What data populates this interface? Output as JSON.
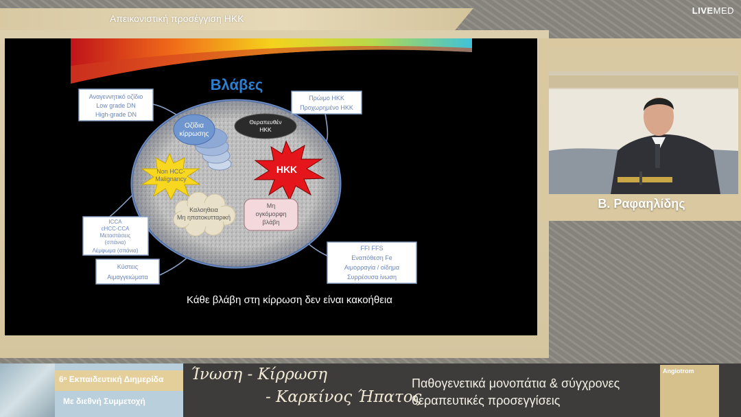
{
  "header": {
    "title": "Απεικονιστική προσέγγιση ΗΚΚ",
    "brand_bold": "LIVE",
    "brand_rest": "MED"
  },
  "slide": {
    "heading": "Βλάβες",
    "box_regen": [
      "Αναγεννητικό οζίδιο",
      "Low grade DN",
      "High-grade DN"
    ],
    "box_early": [
      "Πρώιμο ΗΚΚ",
      "Προχωρημένο ΗΚΚ"
    ],
    "box_ic": [
      "ICCA",
      "cHCC-CCA",
      "Μεταστάσεις",
      "(σπάνια)",
      "Λέμφωμα (σπάνια)"
    ],
    "box_cyst": [
      "Κύστεις",
      "Αιμαγγειώματα"
    ],
    "box_ffi": [
      "FFI FFS",
      "Εναπόθεση Fe",
      "Αιμορραγία / οίδημα",
      "Συρρέουσα ίνωση"
    ],
    "nodules": [
      "Οζίδια",
      "κίρρωσης"
    ],
    "treated": [
      "Θεραπευθέν",
      "ΗΚΚ"
    ],
    "hkk": "ΗΚΚ",
    "non_hcc": [
      "Non HCC-",
      "Malignancy"
    ],
    "benign": [
      "Καλοηθεια",
      "Μη ηπατοκυτταρική"
    ],
    "nontumor": [
      "Μη",
      "ογκόμορφη",
      "βλάβη"
    ],
    "caption": "Κάθε βλάβη στη κίρρωση δεν είναι κακοήθεια"
  },
  "speaker": {
    "name": "Β. Ραφαηλίδης"
  },
  "footer": {
    "event_line1": "6ⁿ Εκπαιδευτική Διημερίδα",
    "event_line2": "Με διεθνή Συμμετοχή",
    "hand_line1": "Ίνωση - Κίρρωση",
    "hand_line2": "- Καρκίνος Ήπατος",
    "subtitle_line1": "Παθογενετικά μονοπάτια & σύγχρονες",
    "subtitle_line2": "θεραπευτικές προσεγγίσεις",
    "logo_text": "Angiotrom"
  },
  "colors": {
    "hkk_red": "#e5151c",
    "heading_blue": "#2e7fcf",
    "box_border": "#8aa4c8",
    "gold": "#d9c8a0"
  }
}
